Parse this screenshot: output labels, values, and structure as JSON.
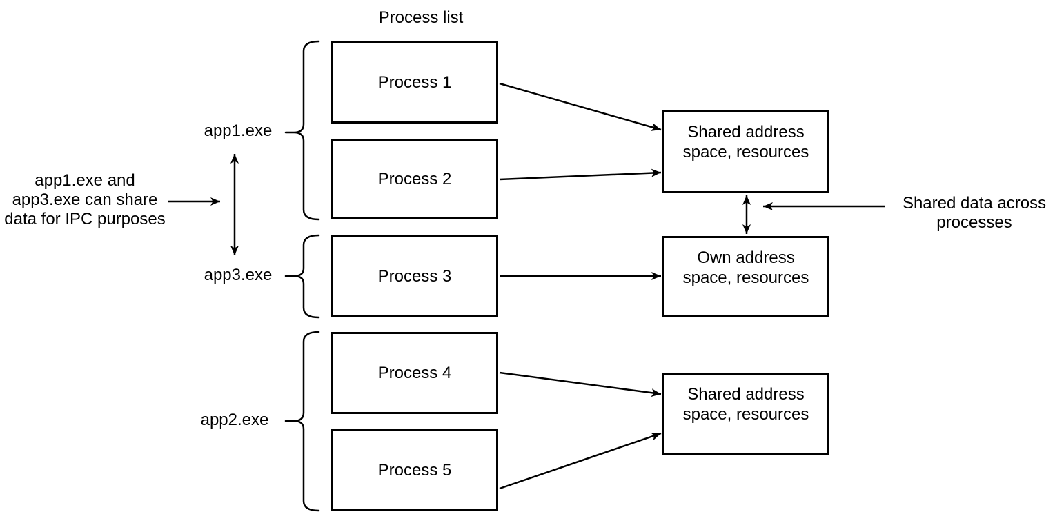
{
  "title": "Process list",
  "processes": [
    {
      "label": "Process 1"
    },
    {
      "label": "Process 2"
    },
    {
      "label": "Process 3"
    },
    {
      "label": "Process 4"
    },
    {
      "label": "Process 5"
    }
  ],
  "groups": [
    {
      "label": "app1.exe",
      "members": [
        "Process 1",
        "Process 2"
      ]
    },
    {
      "label": "app3.exe",
      "members": [
        "Process 3"
      ]
    },
    {
      "label": "app2.exe",
      "members": [
        "Process 4",
        "Process 5"
      ]
    }
  ],
  "address_boxes": [
    {
      "id": "shared-top",
      "lines": [
        "Shared address",
        "space, resources"
      ]
    },
    {
      "id": "own",
      "lines": [
        "Own address",
        "space, resources"
      ]
    },
    {
      "id": "shared-bottom",
      "lines": [
        "Shared address",
        "space, resources"
      ]
    }
  ],
  "annotations": {
    "left": {
      "lines": [
        "app1.exe and",
        "app3.exe can share",
        "data for IPC purposes"
      ]
    },
    "right": {
      "lines": [
        "Shared data across",
        "processes"
      ]
    }
  },
  "edges": [
    {
      "from": "Process 1",
      "to": "shared-top",
      "type": "arrow"
    },
    {
      "from": "Process 2",
      "to": "shared-top",
      "type": "arrow"
    },
    {
      "from": "Process 3",
      "to": "own",
      "type": "arrow"
    },
    {
      "from": "Process 4",
      "to": "shared-bottom",
      "type": "arrow"
    },
    {
      "from": "Process 5",
      "to": "shared-bottom",
      "type": "arrow"
    },
    {
      "between": [
        "shared-top",
        "own"
      ],
      "type": "double-arrow"
    },
    {
      "between": [
        "app1.exe",
        "app3.exe"
      ],
      "type": "double-arrow"
    },
    {
      "from": "left-note",
      "to": "app-double-arrow",
      "type": "arrow"
    },
    {
      "from": "right-note",
      "to": "shared-own-double-arrow",
      "type": "arrow"
    }
  ],
  "colors": {
    "stroke": "#000000",
    "text": "#000000",
    "background": "#ffffff"
  }
}
